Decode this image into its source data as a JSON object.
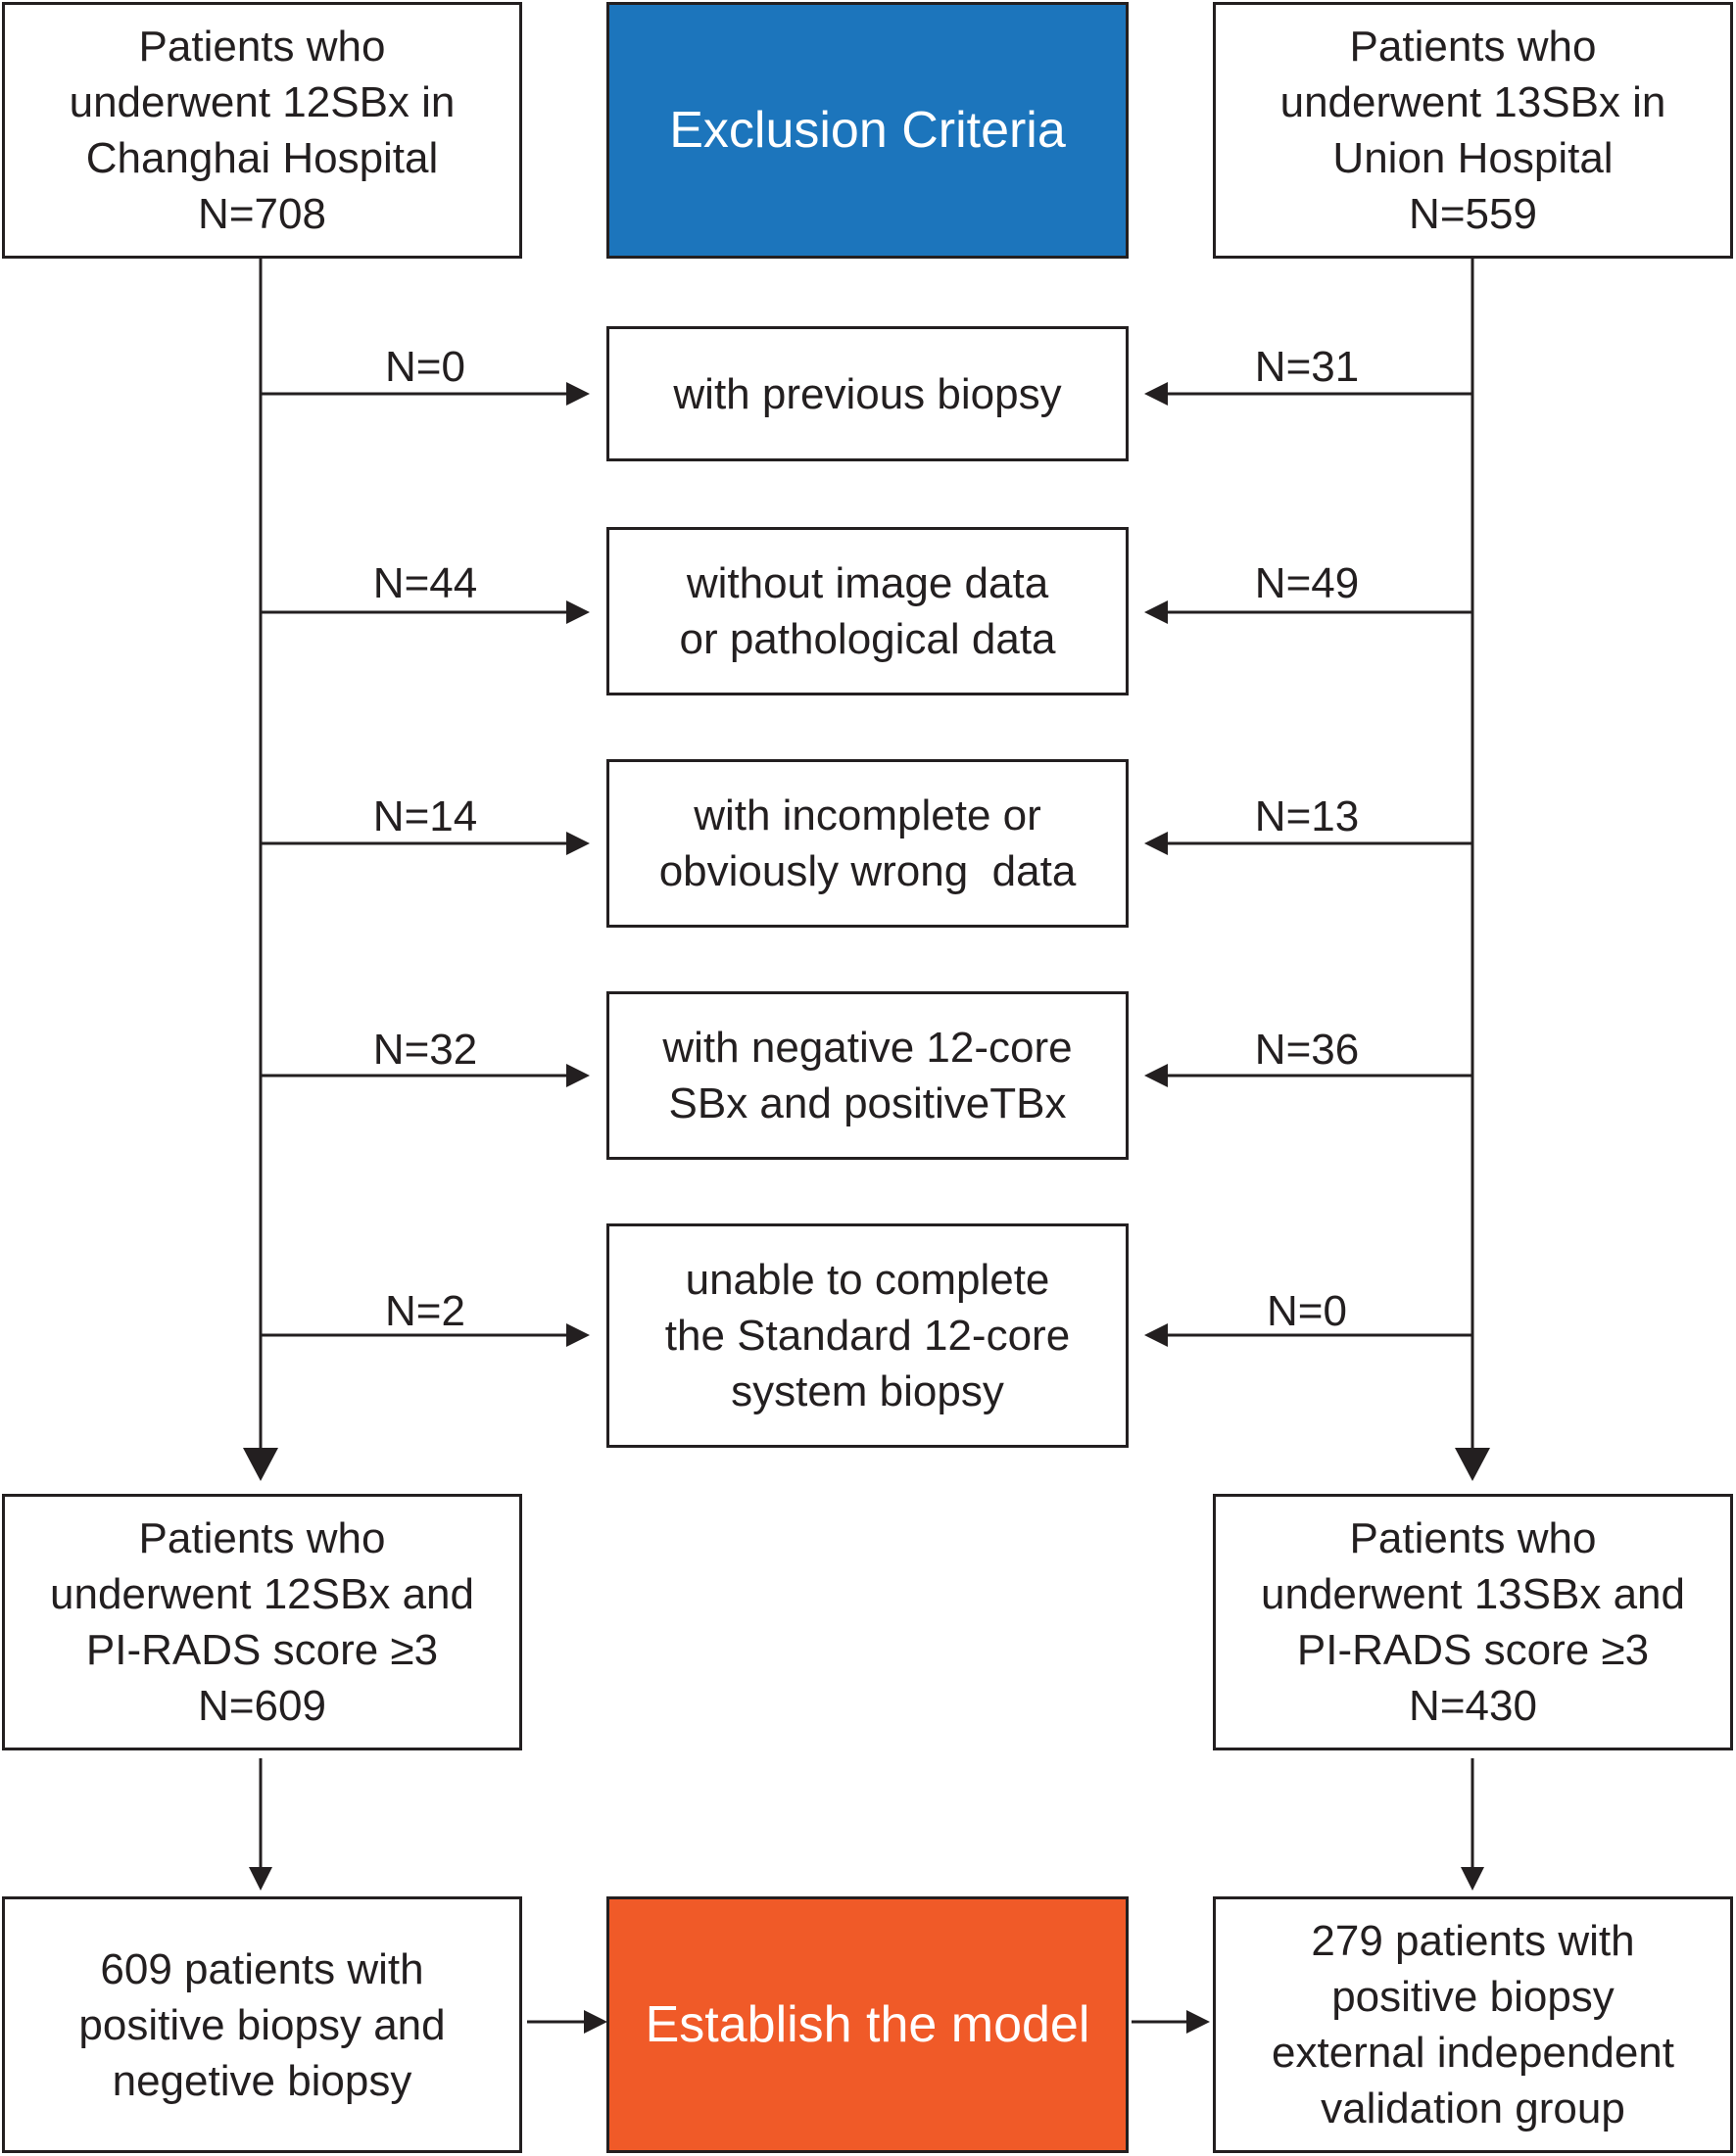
{
  "top_left": {
    "lines": [
      "Patients who",
      "underwent 12SBx in",
      "Changhai Hospital",
      "N=708"
    ]
  },
  "exclusion_title": {
    "lines": [
      "Exclusion Criteria"
    ]
  },
  "top_right": {
    "lines": [
      "Patients who",
      "underwent 13SBx in",
      "Union Hospital",
      "N=559"
    ]
  },
  "criteria": [
    {
      "lines": [
        "with previous biopsy"
      ],
      "left_n": "N=0",
      "right_n": "N=31"
    },
    {
      "lines": [
        "without image data",
        "or pathological data"
      ],
      "left_n": "N=44",
      "right_n": "N=49"
    },
    {
      "lines": [
        "with incomplete or",
        "obviously wrong  data"
      ],
      "left_n": "N=14",
      "right_n": "N=13"
    },
    {
      "lines": [
        "with negative 12-core",
        "SBx and positiveTBx"
      ],
      "left_n": "N=32",
      "right_n": "N=36"
    },
    {
      "lines": [
        "unable to complete",
        "the Standard 12-core",
        "system biopsy"
      ],
      "left_n": "N=2",
      "right_n": "N=0"
    }
  ],
  "mid_left": {
    "lines": [
      "Patients who",
      "underwent 12SBx and",
      "PI-RADS score ≥3",
      "N=609"
    ]
  },
  "mid_right": {
    "lines": [
      "Patients who",
      "underwent 13SBx and",
      "PI-RADS score ≥3",
      "N=430"
    ]
  },
  "bottom_left": {
    "lines": [
      "609 patients with",
      "positive biopsy and",
      "negetive biopsy"
    ]
  },
  "model": {
    "lines": [
      "Establish the model"
    ]
  },
  "bottom_right": {
    "lines": [
      "279 patients with",
      "positive biopsy",
      "external independent",
      "validation group"
    ]
  },
  "colors": {
    "exclusion_fill": "#1c75bc",
    "model_fill": "#f05a28",
    "line": "#231f20"
  }
}
